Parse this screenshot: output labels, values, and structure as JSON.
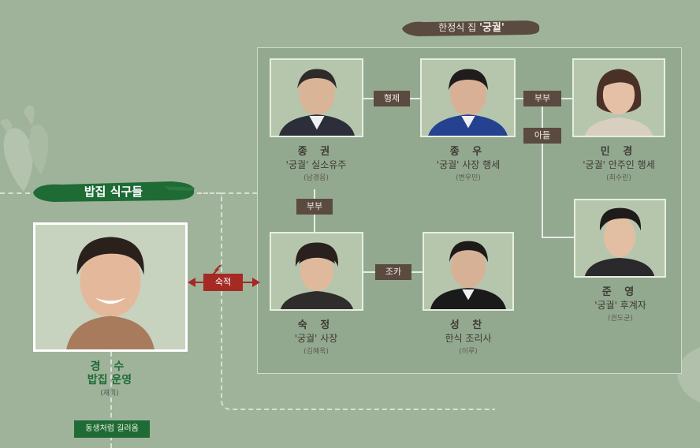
{
  "header": {
    "house_prefix": "한정식 집 ",
    "house_name": "'궁궐'"
  },
  "family_section": {
    "title": "밥집 식구들"
  },
  "main_person": {
    "name": "경 수",
    "role": "밥집 운영",
    "actor": "(재희)"
  },
  "main_tag": "동생처럼 길러옴",
  "main_relation": "숙적",
  "people": [
    {
      "id": "jonggwon",
      "name": "종 권",
      "role": "'궁궐' 실소유주",
      "actor": "(남경읍)"
    },
    {
      "id": "jongwoo",
      "name": "종 우",
      "role": "'궁궐' 사장 행세",
      "actor": "(변우민)"
    },
    {
      "id": "mingyeong",
      "name": "민 경",
      "role": "'궁궐' 안주인 행세",
      "actor": "(최수린)"
    },
    {
      "id": "sukjeong",
      "name": "숙 정",
      "role": "'궁궐' 사장",
      "actor": "(김혜옥)"
    },
    {
      "id": "seongchan",
      "name": "성 찬",
      "role": "한식 조리사",
      "actor": "(이루)"
    },
    {
      "id": "junyeong",
      "name": "준 영",
      "role": "'궁궐' 후계자",
      "actor": "(권도균)"
    }
  ],
  "relations": {
    "brothers": "형제",
    "couple_top": "부부",
    "son": "아들",
    "couple_left": "부부",
    "nephew": "조카"
  },
  "colors": {
    "background": "#9fb39a",
    "panel": "#93a98f",
    "relation_tag": "#5a4a40",
    "rival_tag": "#a52a24",
    "family_green": "#1e6b35"
  }
}
